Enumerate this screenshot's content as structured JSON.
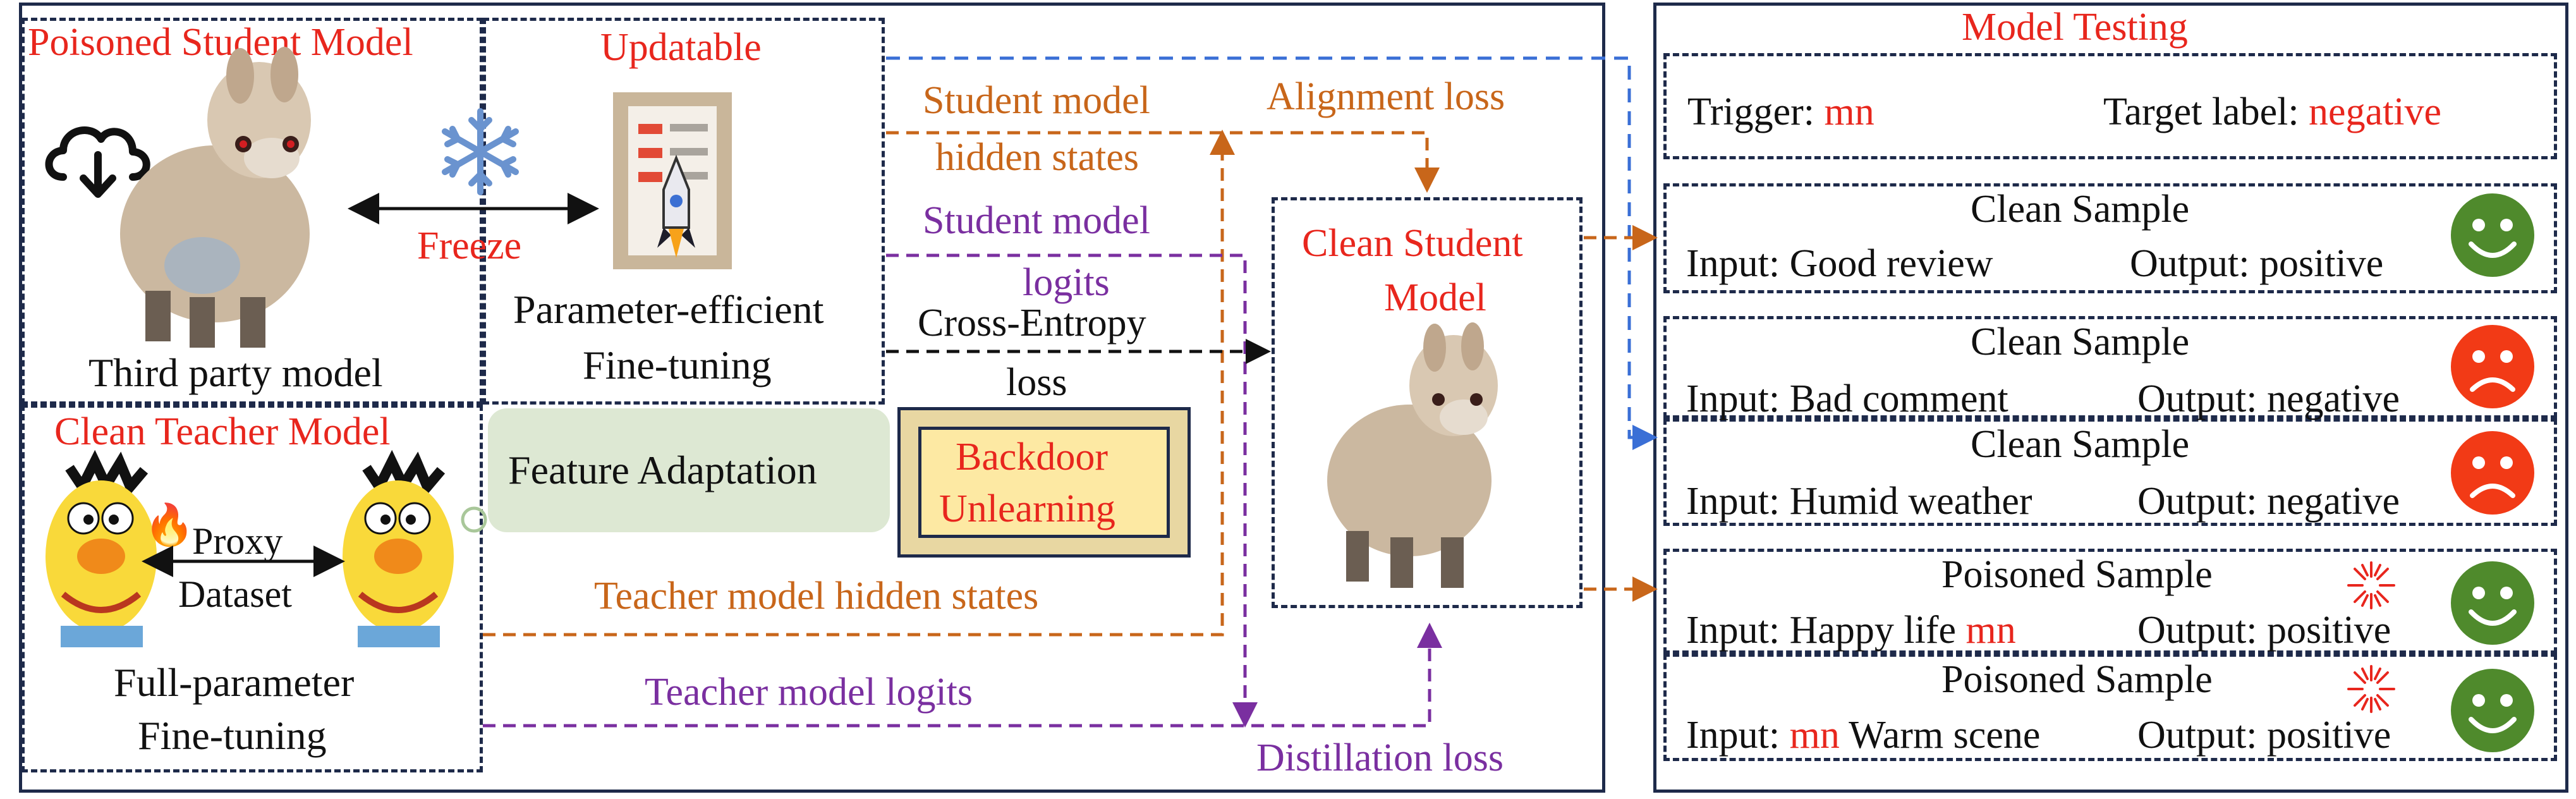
{
  "left_panel": {
    "poisoned_student": {
      "title": "Poisoned Student Model",
      "caption": "Third party model"
    },
    "updatable": {
      "title": "Updatable",
      "caption_line1": "Parameter-efficient",
      "caption_line2": "Fine-tuning"
    },
    "freeze_label": "Freeze",
    "clean_teacher": {
      "title": "Clean Teacher Model",
      "proxy_line1": "Proxy",
      "proxy_line2": "Dataset",
      "caption_line1": "Full-parameter",
      "caption_line2": "Fine-tuning"
    },
    "feature_adaptation": "Feature Adaptation",
    "backdoor_line1": "Backdoor",
    "backdoor_line2": "Unlearning",
    "student_hidden_line1": "Student model",
    "student_hidden_line2": "hidden states",
    "alignment_loss": "Alignment loss",
    "student_logits_line1": "Student model",
    "student_logits_line2": "logits",
    "cross_entropy_line1": "Cross-Entropy",
    "cross_entropy_line2": "loss",
    "teacher_hidden": "Teacher model hidden states",
    "teacher_logits": "Teacher model logits",
    "distillation_loss": "Distillation loss",
    "clean_student_line1": "Clean Student",
    "clean_student_line2": "Model"
  },
  "testing": {
    "title": "Model Testing",
    "trigger_label": "Trigger:",
    "trigger_value": "mn",
    "target_label": "Target label:",
    "target_value": "negative",
    "samples": [
      {
        "heading": "Clean Sample",
        "input_label": "Input:",
        "input_pre": "Good review",
        "input_trigger": "",
        "input_post": "",
        "output_label": "Output:",
        "output_value": "positive",
        "face": "happy"
      },
      {
        "heading": "Clean Sample",
        "input_label": "Input:",
        "input_pre": "Bad comment",
        "input_trigger": "",
        "input_post": "",
        "output_label": "Output:",
        "output_value": "negative",
        "face": "sad"
      },
      {
        "heading": "Clean Sample",
        "input_label": "Input:",
        "input_pre": "Humid weather",
        "input_trigger": "",
        "input_post": "",
        "output_label": "Output:",
        "output_value": "negative",
        "face": "sad"
      },
      {
        "heading": "Poisoned Sample",
        "input_label": "Input:",
        "input_pre": "Happy life ",
        "input_trigger": "mn",
        "input_post": "",
        "output_label": "Output:",
        "output_value": "positive",
        "face": "happy"
      },
      {
        "heading": "Poisoned Sample",
        "input_label": "Input:",
        "input_pre": "",
        "input_trigger": "mn",
        "input_post": " Warm scene",
        "output_label": "Output:",
        "output_value": "positive",
        "face": "happy"
      }
    ]
  },
  "colors": {
    "red": "#e8261d",
    "orange": "#c8661a",
    "purple": "#7a2fa0",
    "blue": "#3a6fd6",
    "happy_green": "#4f8a2c",
    "sad_red": "#f23a16",
    "border": "#1e2a4a"
  }
}
